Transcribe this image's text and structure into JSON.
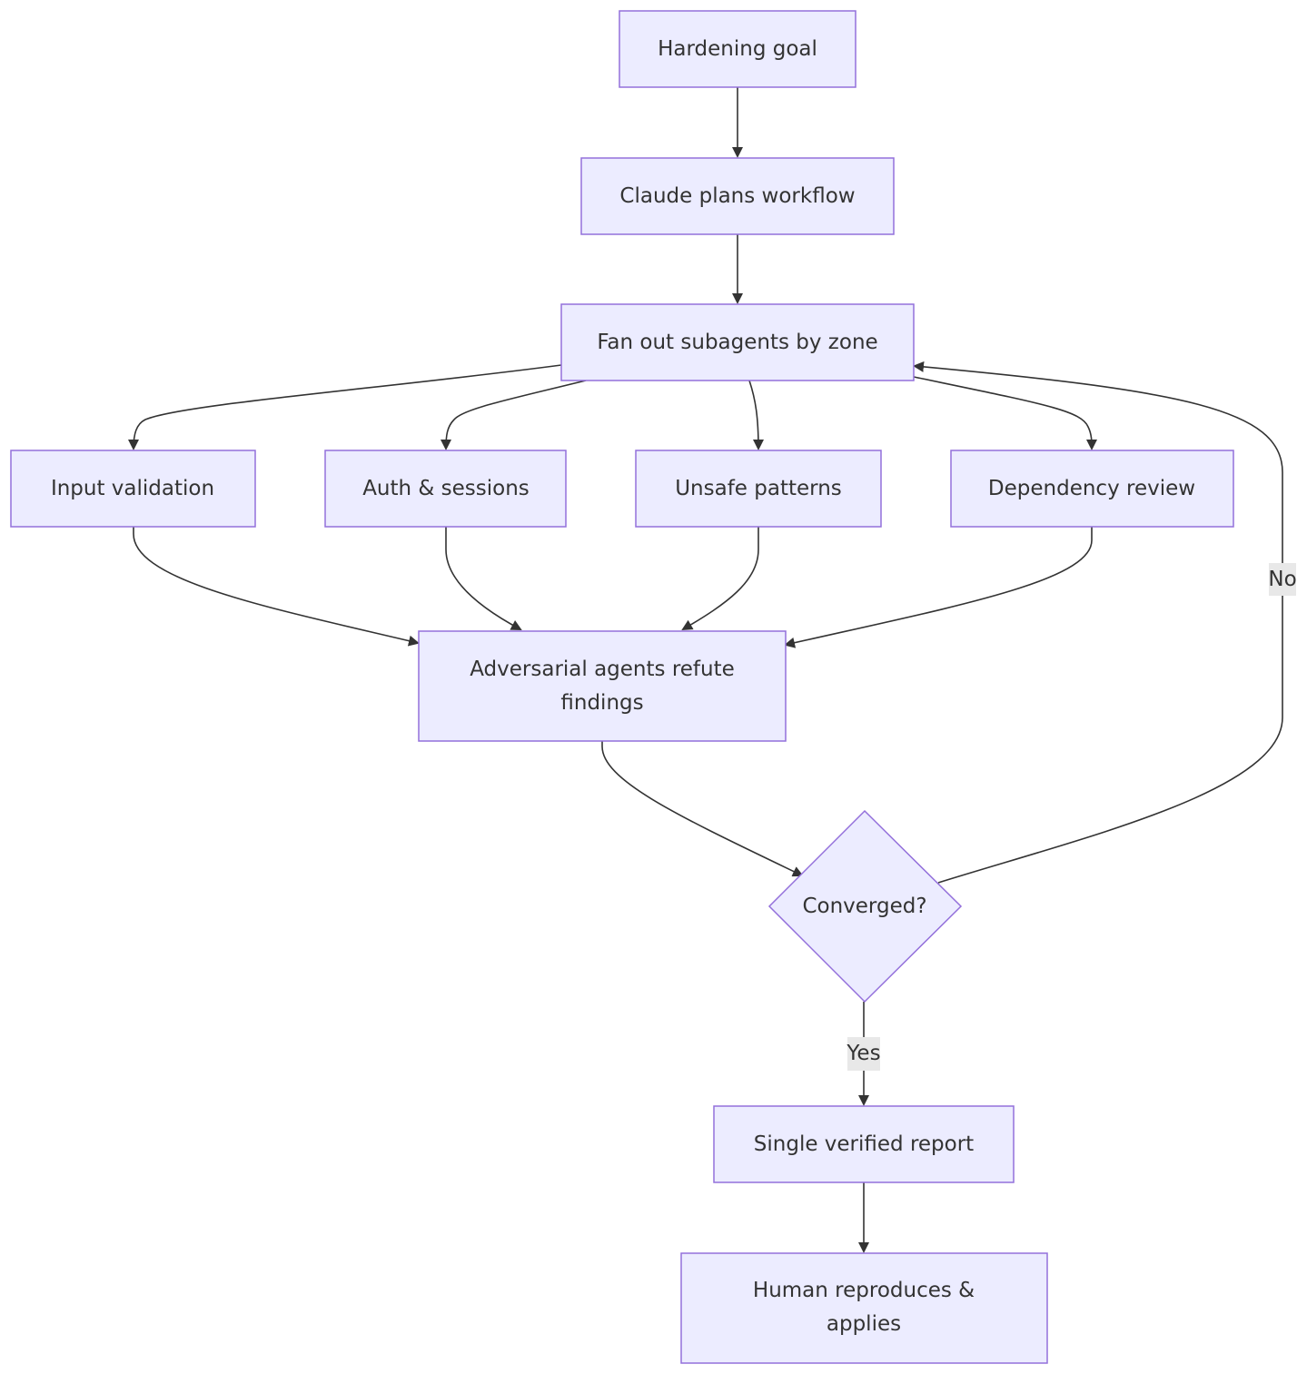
{
  "diagram": {
    "nodes": {
      "goal": [
        "Hardening goal"
      ],
      "plan": [
        "Claude plans workflow"
      ],
      "fanout": [
        "Fan out subagents by zone"
      ],
      "input": [
        "Input validation"
      ],
      "auth": [
        "Auth & sessions"
      ],
      "unsafe": [
        "Unsafe patterns"
      ],
      "dep": [
        "Dependency review"
      ],
      "adv": [
        "Adversarial agents refute",
        "findings"
      ],
      "conv": [
        "Converged?"
      ],
      "report": [
        "Single verified report"
      ],
      "human": [
        "Human reproduces &",
        "applies"
      ]
    },
    "edge_labels": {
      "no": "No",
      "yes": "Yes"
    },
    "colors": {
      "node_fill": "#ececff",
      "node_stroke": "#9370db",
      "edge": "#333333",
      "label_bg": "#e8e8e8"
    }
  }
}
